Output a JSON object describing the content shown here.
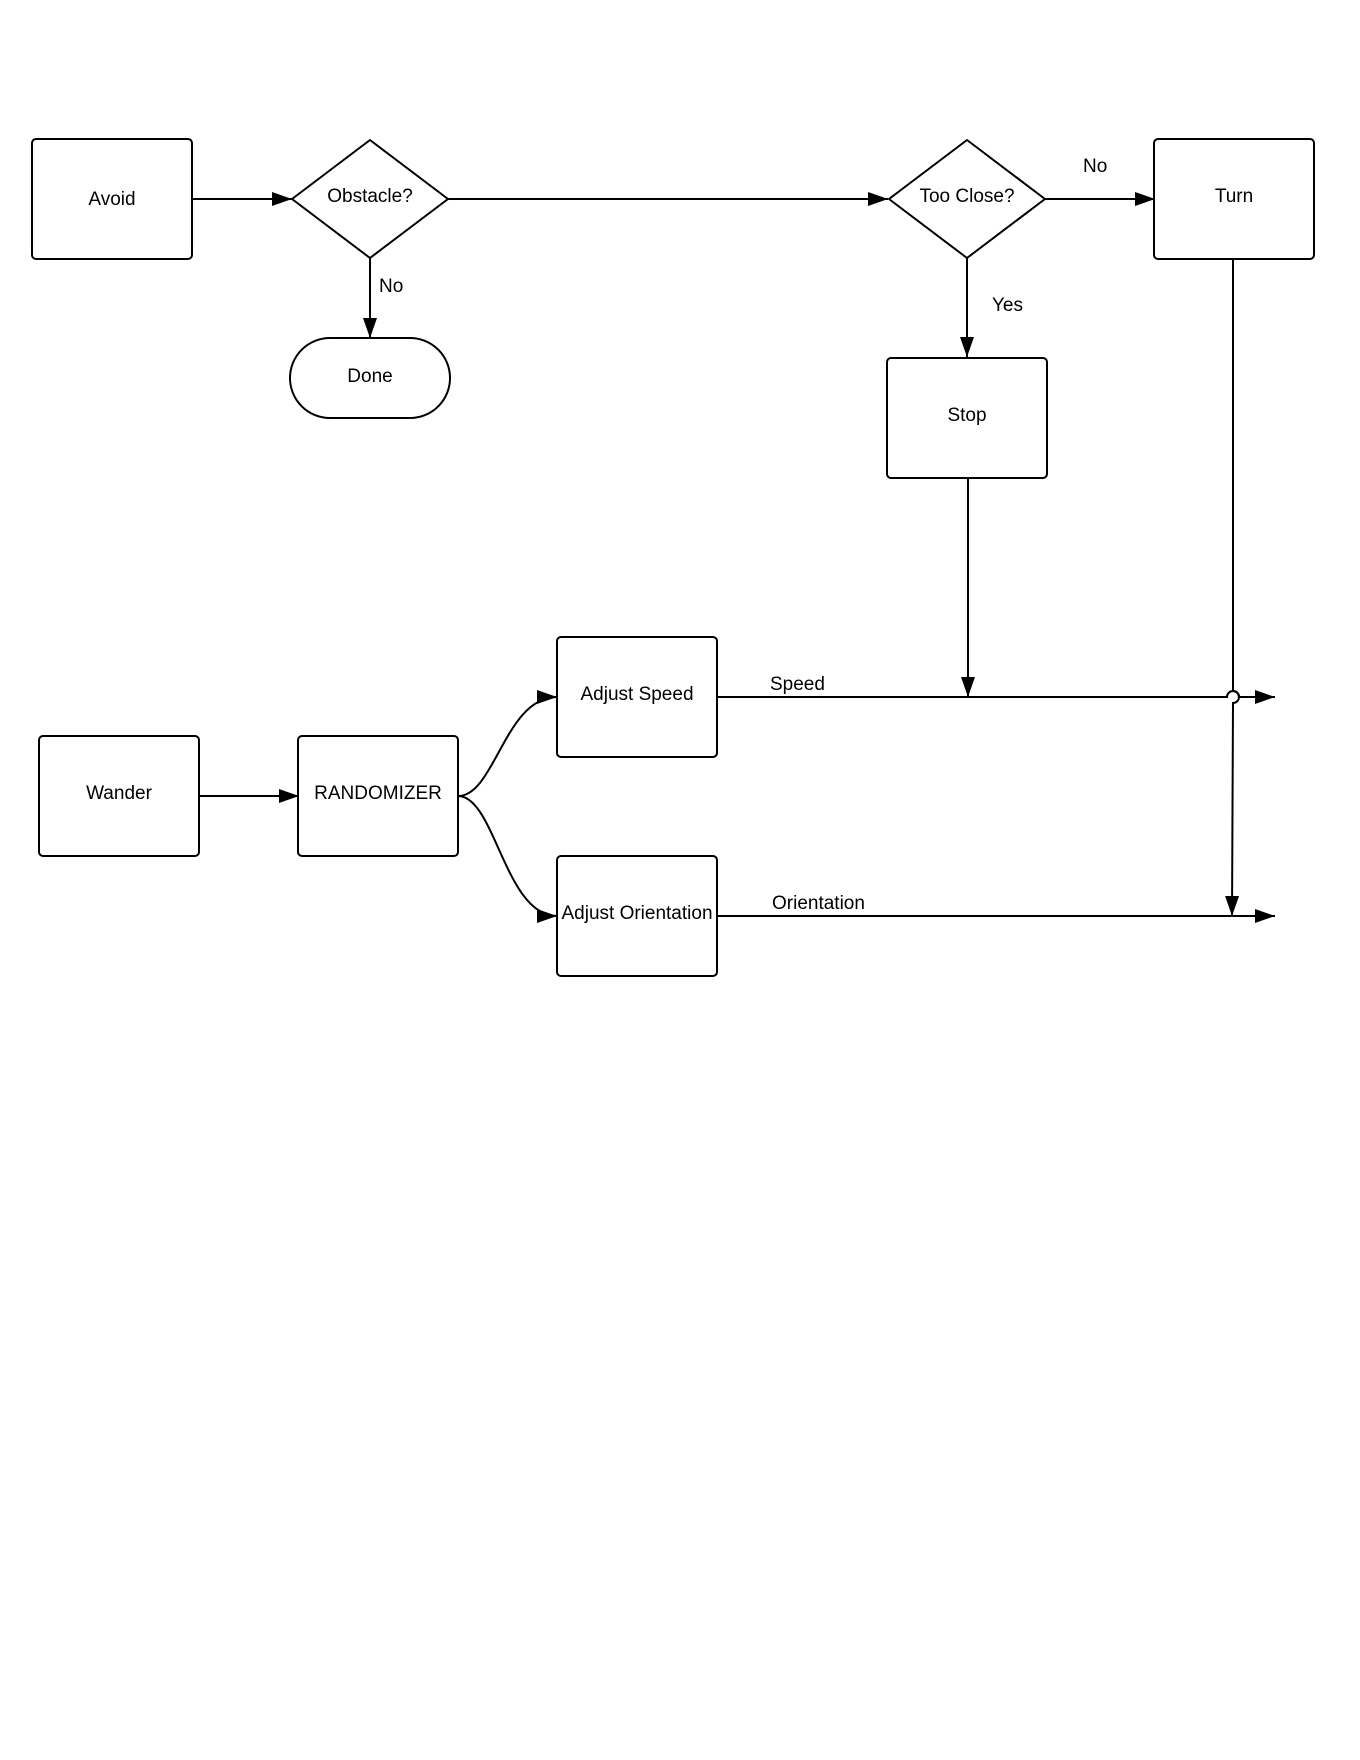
{
  "nodes": {
    "avoid": "Avoid",
    "obstacle": "Obstacle?",
    "done": "Done",
    "too_close": "Too Close?",
    "turn": "Turn",
    "stop": "Stop",
    "wander": "Wander",
    "randomizer": "RANDOMIZER",
    "adjust_speed": "Adjust Speed",
    "adjust_orientation": "Adjust Orientation"
  },
  "edge_labels": {
    "obstacle_no": "No",
    "too_close_no": "No",
    "too_close_yes": "Yes",
    "speed": "Speed",
    "orientation": "Orientation"
  }
}
